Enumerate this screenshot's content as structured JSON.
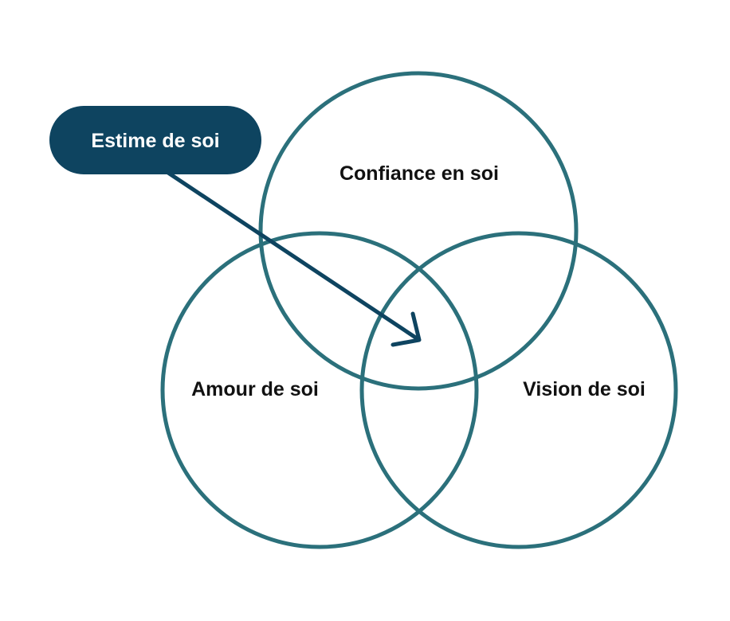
{
  "diagram": {
    "type": "venn",
    "sets": [
      {
        "id": "top",
        "label": "Confiance en soi"
      },
      {
        "id": "left",
        "label": "Amour de soi"
      },
      {
        "id": "right",
        "label": "Vision de soi"
      }
    ],
    "callout": {
      "label": "Estime de soi",
      "points_to": "intersection of all three"
    }
  },
  "colors": {
    "circle_stroke": "#2b707b",
    "callout_fill": "#0e4460",
    "callout_text": "#ffffff",
    "arrow": "#0e4460",
    "label_text": "#111111",
    "background": "#ffffff"
  }
}
